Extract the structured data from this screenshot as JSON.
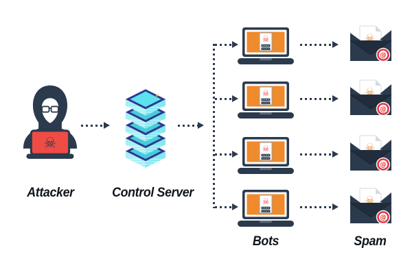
{
  "diagram": {
    "nodes": {
      "attacker": {
        "label": "Attacker",
        "icon": "hooded-attacker-laptop-icon"
      },
      "control_server": {
        "label": "Control Server",
        "icon": "server-stack-icon"
      },
      "bots": {
        "label": "Bots",
        "icon": "infected-laptop-icon",
        "count": 4
      },
      "spam": {
        "label": "Spam",
        "icon": "spam-email-skull-icon",
        "count": 4
      }
    },
    "edges": [
      {
        "from": "attacker",
        "to": "control_server",
        "style": "dotted-arrow"
      },
      {
        "from": "control_server",
        "to": "bots",
        "style": "dotted-fanout-to-4"
      },
      {
        "from": "bots",
        "to": "spam",
        "style": "dotted-arrow-each-row"
      }
    ]
  },
  "glyphs": {
    "skull": "☠",
    "at_sign": "@"
  },
  "colors": {
    "background": "#FFFFFF",
    "navy": "#2B3A4D",
    "orange": "#EF8A2D",
    "red": "#EE4C45",
    "badge_red": "#E23640",
    "server_rim": "#2B3990",
    "server_top": "#5CE1EE",
    "server_top_dim": "#49CBDC",
    "server_face_left": "#A7EFF6",
    "server_face_right": "#83E8F1",
    "led_orange": "#F2A33C",
    "label": "#10161C",
    "card_border": "#96A0AB",
    "paper_edge": "#D5DBE1"
  }
}
